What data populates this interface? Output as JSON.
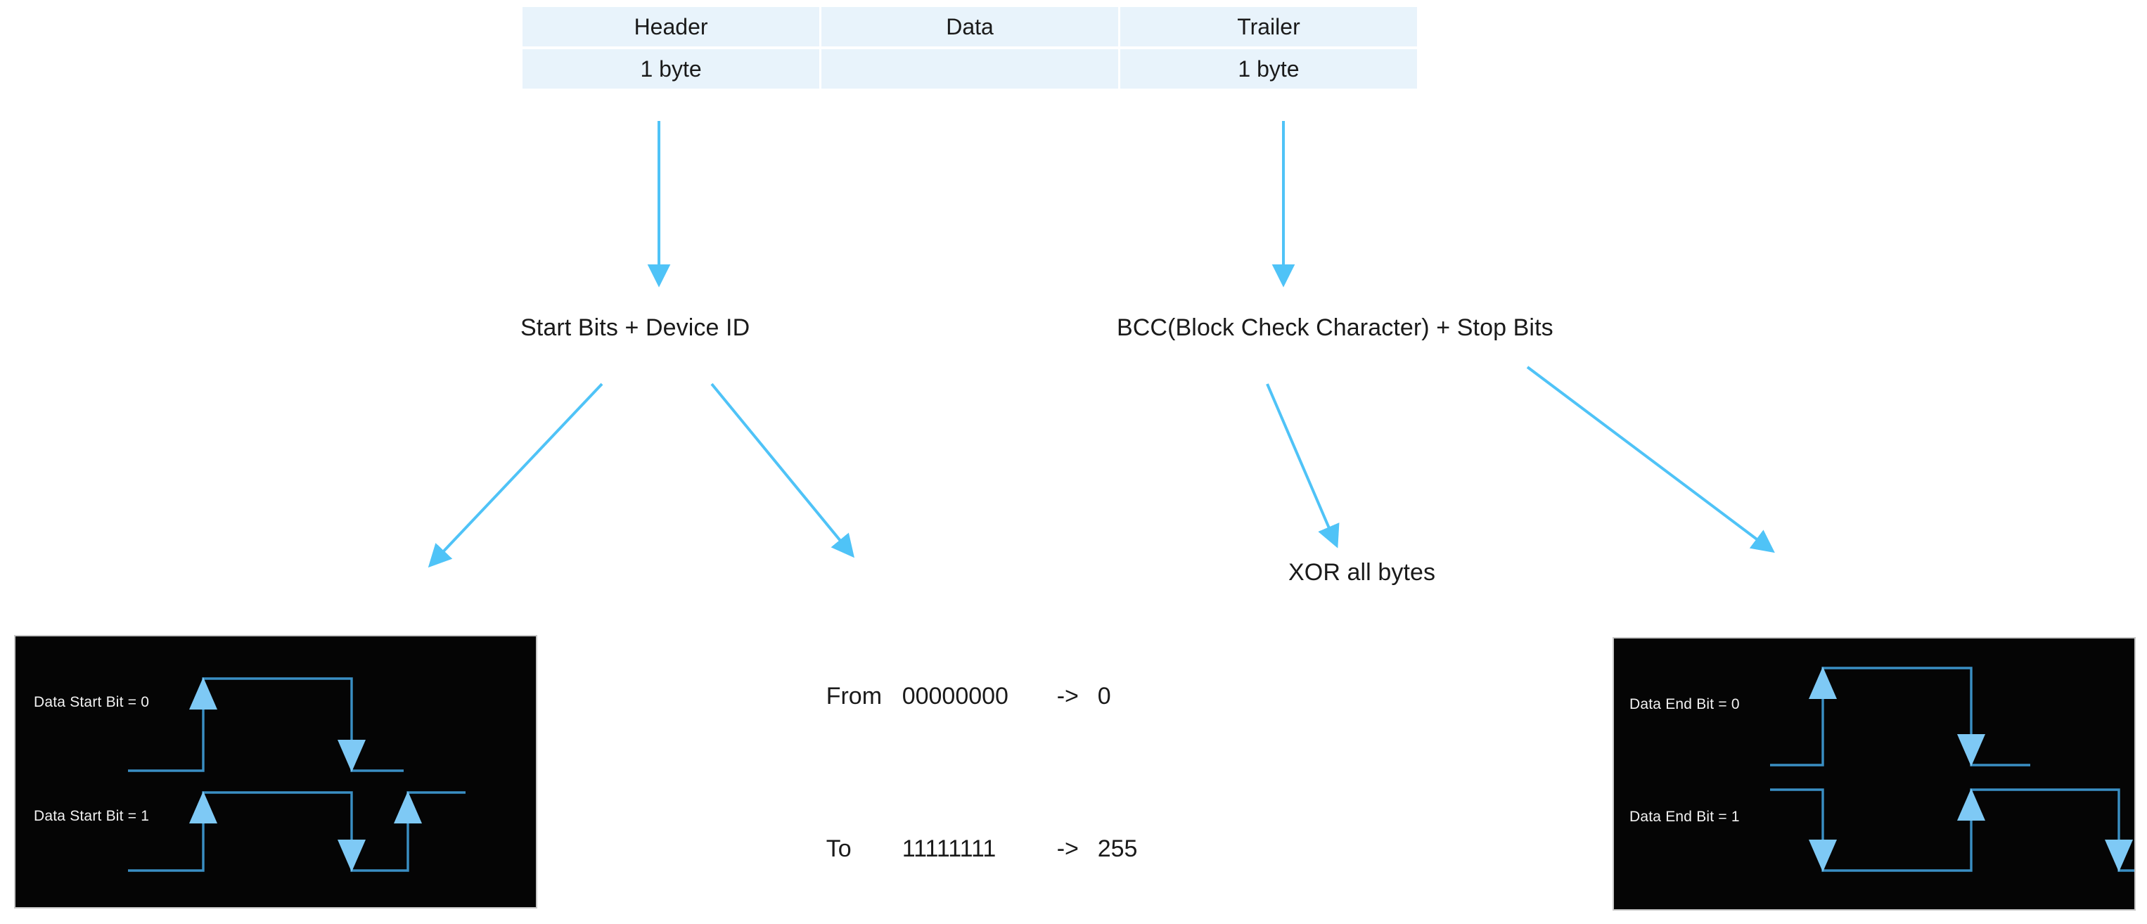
{
  "diagram": {
    "title": "Serial packet frame structure",
    "accent_color": "#4FC3F7",
    "table_cell_color": "#e8f3fb",
    "panel_background": "#050505",
    "waveform_line_color": "#3a8fc4",
    "waveform_arrow_color": "#7ec9f5"
  },
  "packet_table": {
    "columns": [
      "Header",
      "Data",
      "Trailer"
    ],
    "sizes": [
      "1 byte",
      "",
      "1 byte"
    ]
  },
  "flow": {
    "header_detail": "Start Bits + Device ID",
    "trailer_detail": "BCC(Block Check Character)  +  Stop Bits",
    "xor_note": "XOR all bytes"
  },
  "byte_range": {
    "rows": [
      {
        "word": "From",
        "bits": "00000000",
        "arrow": "->",
        "value": "0"
      },
      {
        "word": "To",
        "bits": "11111111",
        "arrow": "->",
        "value": "255"
      }
    ]
  },
  "start_panel": {
    "label_bit0": "Data Start Bit = 0",
    "label_bit1": "Data Start Bit = 1"
  },
  "end_panel": {
    "label_bit0": "Data End Bit = 0",
    "label_bit1": "Data End Bit  = 1"
  }
}
